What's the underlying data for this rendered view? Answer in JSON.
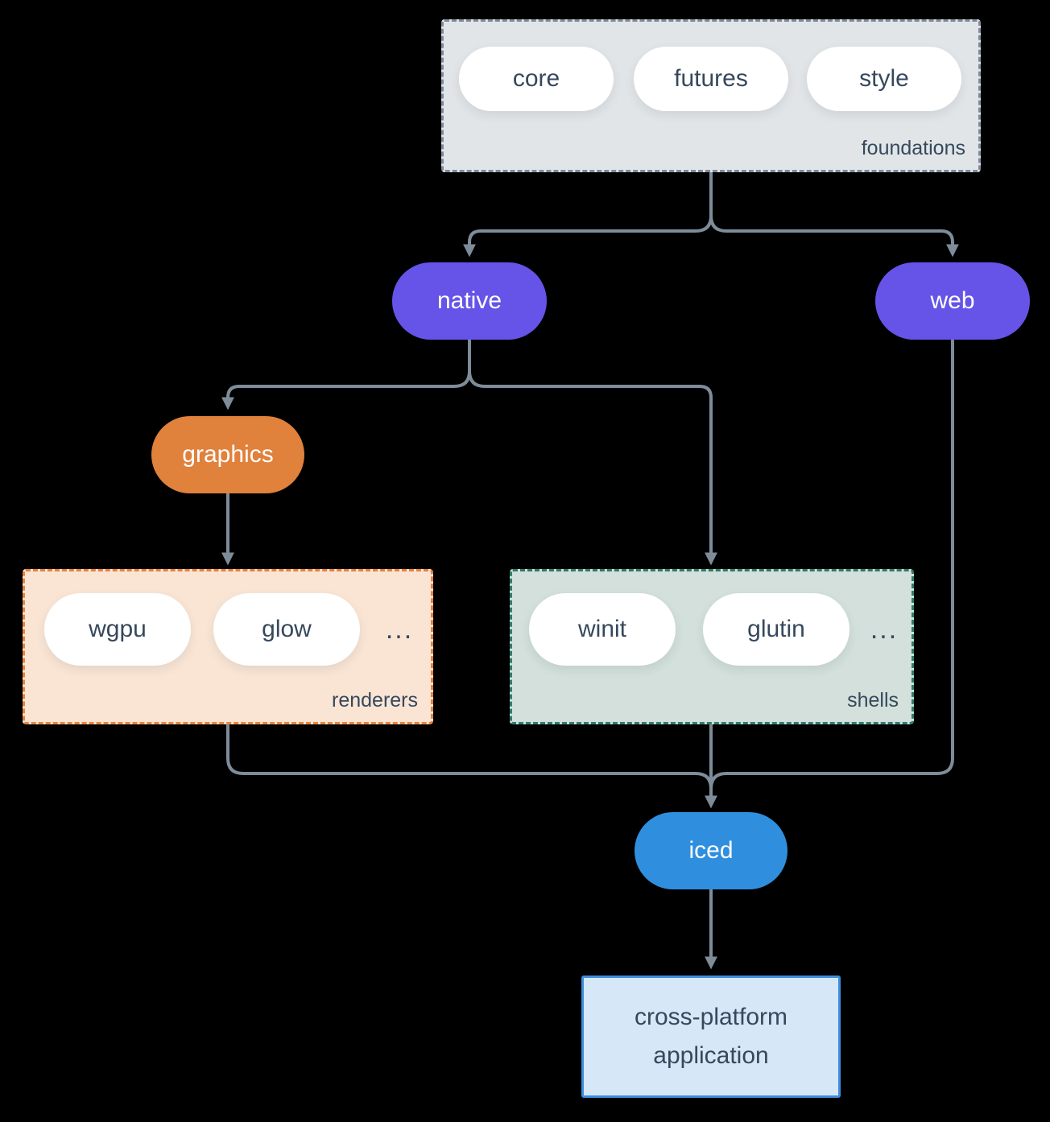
{
  "colors": {
    "line": "#7E8C9A",
    "dark_text": "#36485C",
    "purple": "#6554E7",
    "orange": "#E0813C",
    "blue": "#2F8FDE",
    "foundations_fill": "#E1E5E8",
    "foundations_border": "#7E8C9A",
    "renderers_fill": "#FAE5D4",
    "renderers_border": "#E8823C",
    "shells_fill": "#D3E0DB",
    "shells_border": "#2E7D6B",
    "app_fill": "#D6E7F8",
    "app_border": "#3D8EDC",
    "canvas_bg": "#000000"
  },
  "groups": {
    "foundations": {
      "label": "foundations",
      "pills": [
        "core",
        "futures",
        "style"
      ]
    },
    "renderers": {
      "label": "renderers",
      "pills": [
        "wgpu",
        "glow"
      ],
      "ellipsis": "..."
    },
    "shells": {
      "label": "shells",
      "pills": [
        "winit",
        "glutin"
      ],
      "ellipsis": "..."
    }
  },
  "nodes": {
    "native": "native",
    "web": "web",
    "graphics": "graphics",
    "iced": "iced",
    "application": {
      "line1": "cross-platform",
      "line2": "application"
    }
  }
}
